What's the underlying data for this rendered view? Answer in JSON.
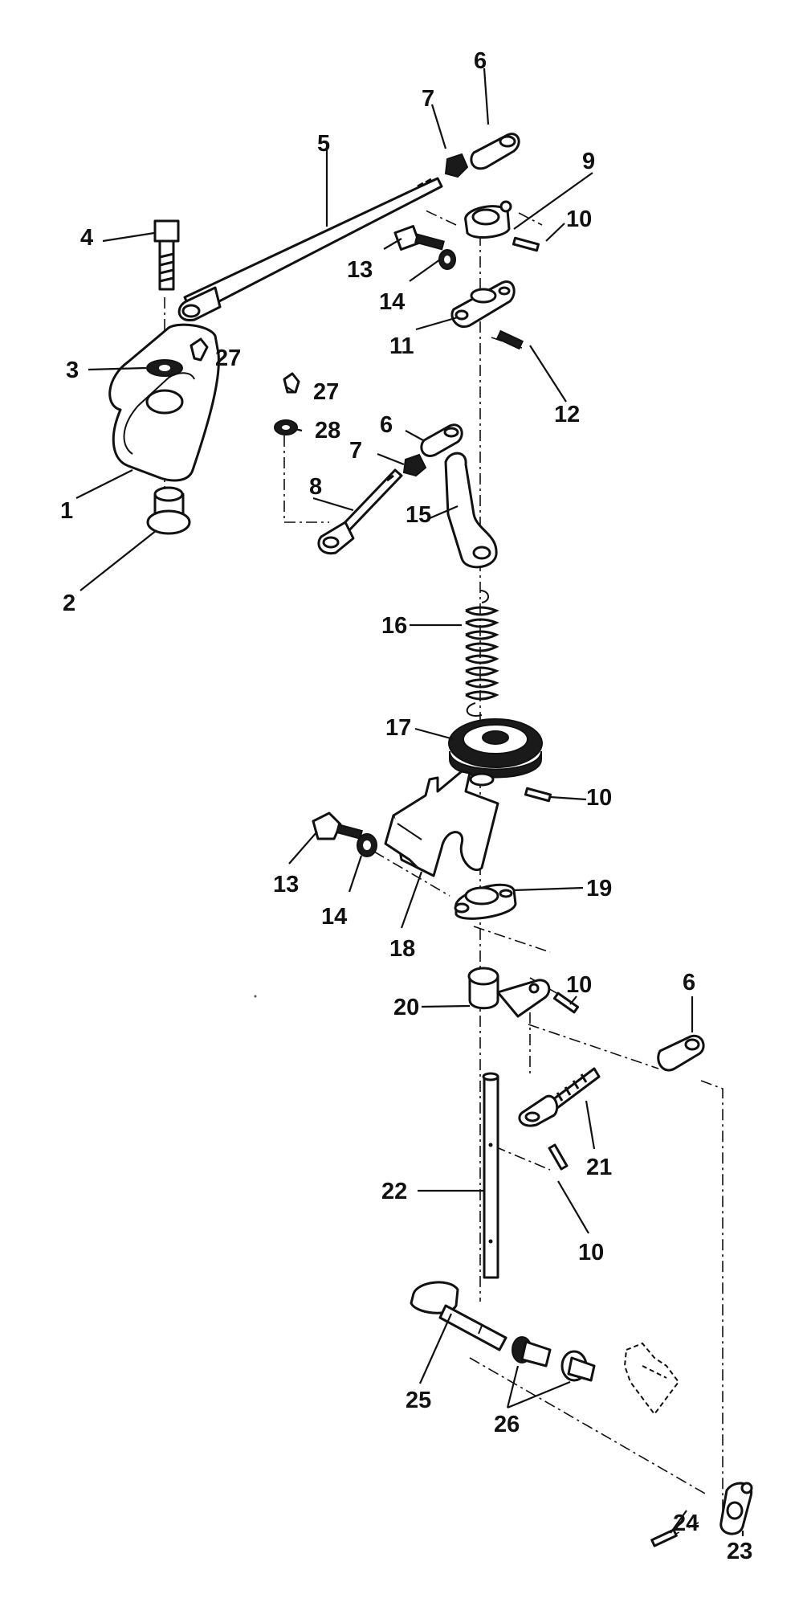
{
  "diagram": {
    "callouts": {
      "c1": "1",
      "c2": "2",
      "c3": "3",
      "c4": "4",
      "c5": "5",
      "c6a": "6",
      "c6b": "6",
      "c6c": "6",
      "c7a": "7",
      "c7b": "7",
      "c8": "8",
      "c9": "9",
      "c10a": "10",
      "c10b": "10",
      "c10c": "10",
      "c10d": "10",
      "c11": "11",
      "c12": "12",
      "c13a": "13",
      "c13b": "13",
      "c14a": "14",
      "c14b": "14",
      "c15": "15",
      "c16": "16",
      "c17": "17",
      "c18": "18",
      "c19": "19",
      "c20": "20",
      "c21": "21",
      "c22": "22",
      "c23": "23",
      "c24": "24",
      "c25": "25",
      "c26": "26",
      "c27a": "27",
      "c27b": "27",
      "c28": "28"
    }
  }
}
